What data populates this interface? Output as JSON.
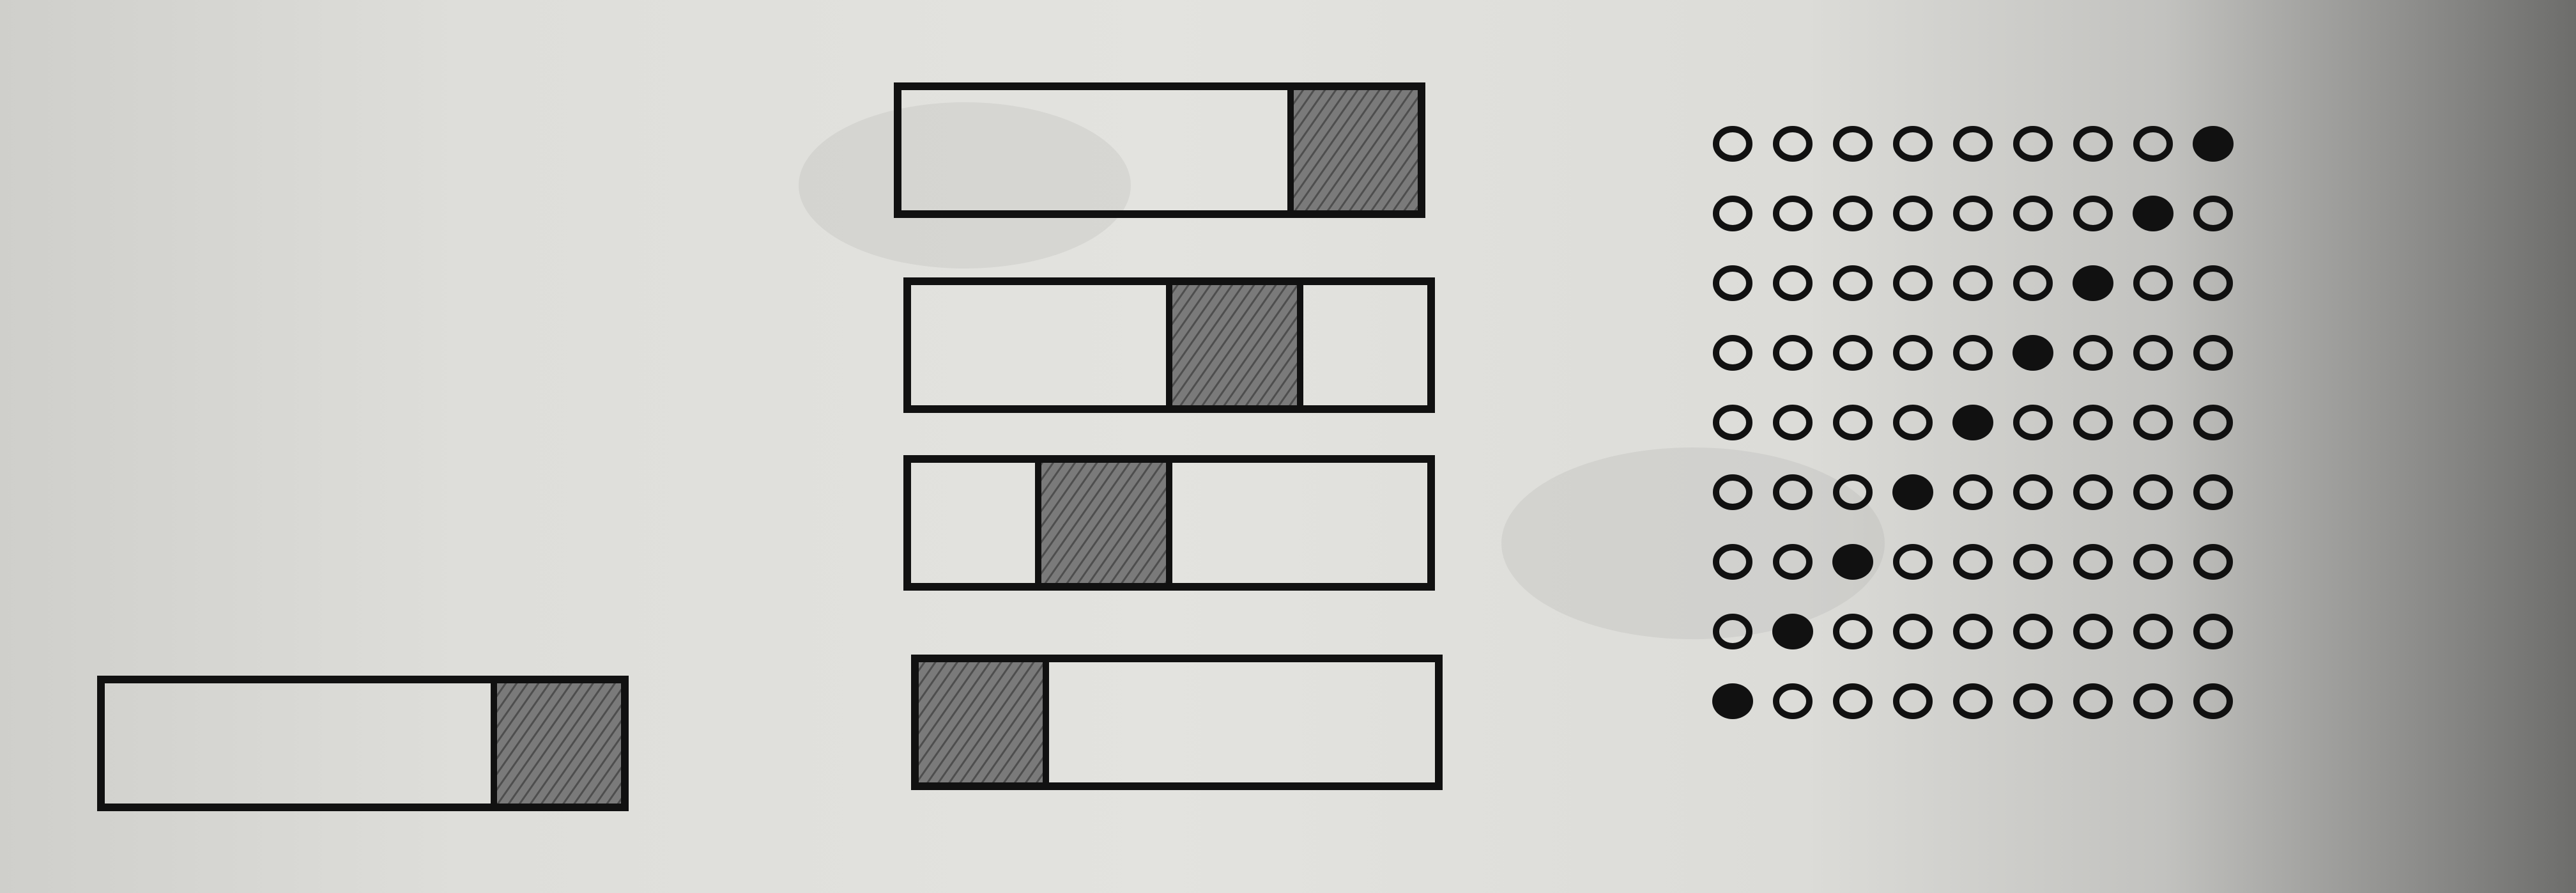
{
  "diagram": {
    "shade_color": "#6e6e6e",
    "ink_color": "#111111",
    "single_bar": {
      "segments": 4,
      "shaded_segment": 4
    },
    "stacked_bars": [
      {
        "segments": 4,
        "shaded_segment": 4
      },
      {
        "segments": 4,
        "shaded_segment": 3
      },
      {
        "segments": 4,
        "shaded_segment": 2
      },
      {
        "segments": 4,
        "shaded_segment": 1
      }
    ],
    "dot_grid": {
      "columns": 9,
      "filled_column_per_row": [
        9,
        8,
        7,
        6,
        5,
        4,
        3,
        2,
        1
      ]
    }
  }
}
